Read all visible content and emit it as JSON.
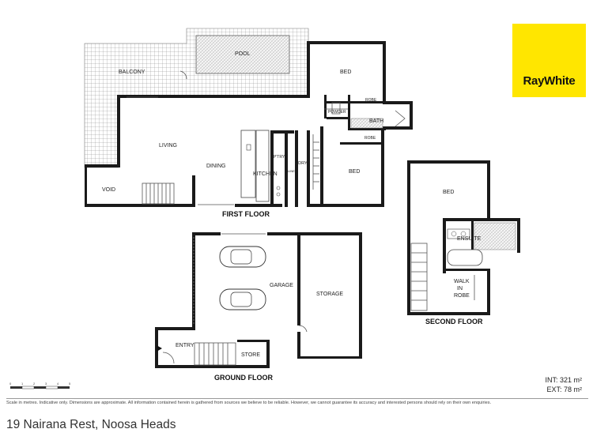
{
  "brand": {
    "name": "RayWhite",
    "color": "#ffe600"
  },
  "address": "19 Nairana Rest, Noosa Heads",
  "areas": {
    "internal": "INT: 321 m²",
    "external": "EXT: 78 m²"
  },
  "disclaimer": "Scale in metres. Indicative only. Dimensions are approximate. All information contained herein is gathered from sources we believe to be reliable. However, we cannot guarantee its accuracy and interested persons should rely on their own enquiries.",
  "floors": {
    "first": "FIRST FLOOR",
    "ground": "GROUND FLOOR",
    "second": "SECOND FLOOR"
  },
  "rooms": {
    "pool": "POOL",
    "balcony": "BALCONY",
    "bed1": "BED",
    "robe1": "ROBE",
    "powder": "POWDER",
    "bath": "BATH",
    "robe2": "ROBE",
    "living": "LIVING",
    "dining": "DINING",
    "kitchen": "KITCHEN",
    "pantry": "P'TRY",
    "laundry": "L'DRY",
    "linen": "LINEN",
    "bed2": "BED",
    "void": "VOID",
    "garage": "GARAGE",
    "storage": "STORAGE",
    "entry": "ENTRY",
    "store": "STORE",
    "bed3": "BED",
    "ensuite": "ENSUITE",
    "walk_in_robe": [
      "WALK",
      "IN",
      "ROBE"
    ]
  },
  "scale_ticks": [
    "0",
    "1",
    "2",
    "3",
    "4",
    "5"
  ]
}
